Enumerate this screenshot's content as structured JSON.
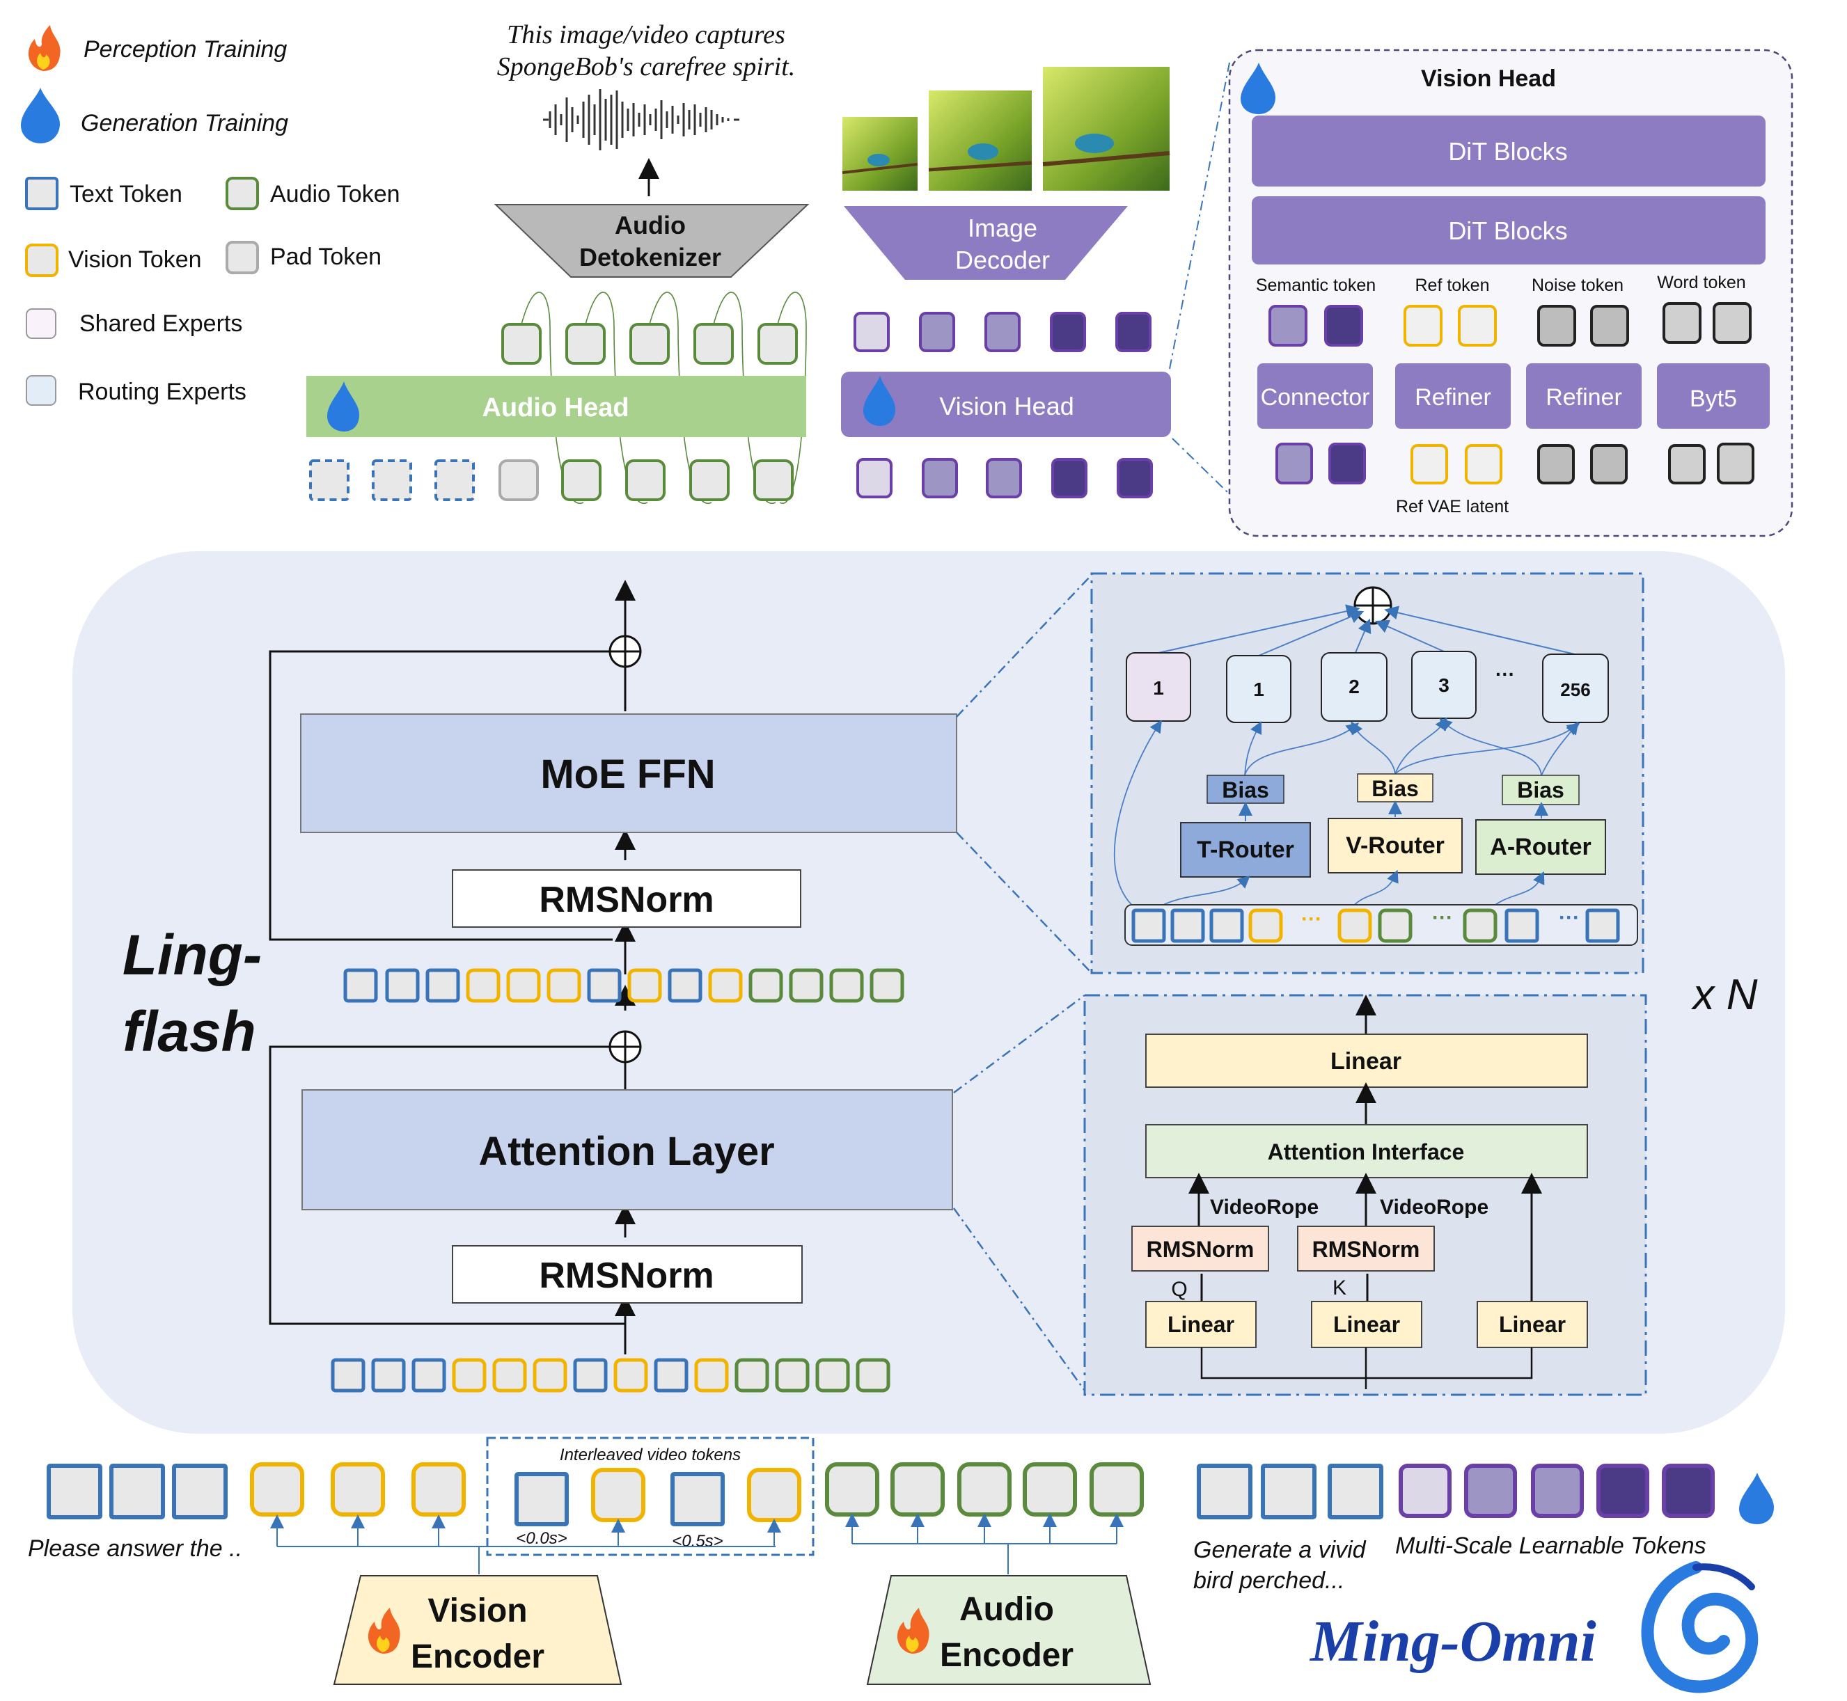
{
  "legend": {
    "perception": "Perception Training",
    "generation": "Generation Training",
    "text_token": "Text Token",
    "audio_token": "Audio Token",
    "vision_token": "Vision Token",
    "pad_token": "Pad Token",
    "shared_experts": "Shared Experts",
    "routing_experts": "Routing Experts"
  },
  "top": {
    "caption_line1": "This image/video captures",
    "caption_line2": "SpongeBob's carefree spirit.",
    "audio_detok_line1": "Audio",
    "audio_detok_line2": "Detokenizer",
    "image_dec_line1": "Image",
    "image_dec_line2": "Decoder",
    "audio_head": "Audio Head",
    "vision_head": "Vision Head"
  },
  "vision_head_detail": {
    "title": "Vision Head",
    "dit1": "DiT Blocks",
    "dit2": "DiT Blocks",
    "semantic": "Semantic token",
    "ref": "Ref token",
    "noise": "Noise token",
    "word": "Word token",
    "connector": "Connector",
    "refiner1": "Refiner",
    "refiner2": "Refiner",
    "byt5": "Byt5",
    "ref_vae": "Ref VAE latent"
  },
  "main": {
    "moe_ffn": "MoE FFN",
    "rmsnorm_top": "RMSNorm",
    "attention_layer": "Attention Layer",
    "rmsnorm_bottom": "RMSNorm",
    "model_line1": "Ling-",
    "model_line2": "flash",
    "repeat": "x N"
  },
  "moe_detail": {
    "experts": [
      "1",
      "1",
      "2",
      "3",
      "256"
    ],
    "ellipsis": "···",
    "bias": [
      "Bias",
      "Bias",
      "Bias"
    ],
    "routers": [
      "T-Router",
      "V-Router",
      "A-Router"
    ]
  },
  "attn_detail": {
    "linear_top": "Linear",
    "interface": "Attention Interface",
    "videorope_q": "VideoRope",
    "videorope_k": "VideoRope",
    "rms_q": "RMSNorm",
    "rms_k": "RMSNorm",
    "q": "Q",
    "k": "K",
    "linear_q": "Linear",
    "linear_k": "Linear",
    "linear_v": "Linear"
  },
  "bottom": {
    "interleaved": "Interleaved video tokens",
    "t0": "<0.0s>",
    "t1": "<0.5s>",
    "prompt": "Please answer the ..",
    "vision_enc_line1": "Vision",
    "vision_enc_line2": "Encoder",
    "audio_enc_line1": "Audio",
    "audio_enc_line2": "Encoder",
    "gen_prompt_line1": "Generate  a vivid",
    "gen_prompt_line2": "bird perched...",
    "multiscale": "Multi-Scale Learnable Tokens",
    "brand": "Ming-Omni"
  },
  "colors": {
    "text_token": "#3a74b8",
    "audio_token": "#5a8a3c",
    "vision_token": "#f0b400",
    "pad_token": "#aaaaaa",
    "purple": "#8e7cc3",
    "panel": "#e7ecf6",
    "block": "#c8d4ee",
    "brand": "#1b3fa8"
  }
}
